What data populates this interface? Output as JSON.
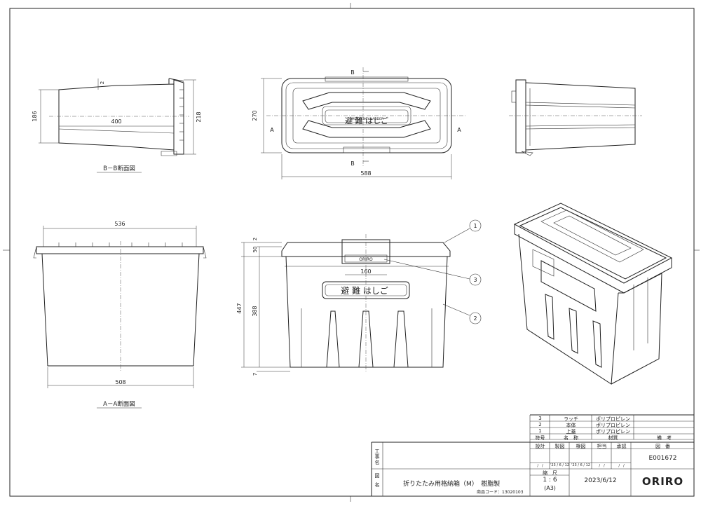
{
  "views": {
    "bb_section_title": "B－B断面図",
    "aa_section_title": "A－A断面図",
    "section_marks": {
      "b": "B",
      "a": "A"
    },
    "lid_label_en": "EMERGENCY LADDER",
    "lid_label_jp": "避 難 はしご",
    "latch_text": "ORIRO"
  },
  "dimensions": {
    "bb_depth": "400",
    "bb_left_height": "186",
    "bb_right_height": "218",
    "bb_taper": "2",
    "top_height": "270",
    "top_width": "588",
    "front_top_width": "536",
    "front_bottom_width": "508",
    "front_total_height": "447",
    "front_body_height": "388",
    "front_lid_height": "50",
    "front_lid_gap": "2",
    "front_bottom_gap": "7",
    "front_latch_width": "160"
  },
  "balloons": [
    "1",
    "2",
    "3"
  ],
  "parts_table": {
    "rows": [
      {
        "no": "3",
        "name": "ラッチ",
        "material": "ポリプロピレン"
      },
      {
        "no": "2",
        "name": "本体",
        "material": "ポリプロピレン"
      },
      {
        "no": "1",
        "name": "上蓋",
        "material": "ポリプロピレン"
      }
    ],
    "header": {
      "no": "符号",
      "name": "名　称",
      "material": "材質",
      "remarks": "備　考"
    }
  },
  "title_block": {
    "roles": [
      "設計",
      "製図",
      "検図",
      "担当",
      "承認"
    ],
    "drawing_no_label": "図　番",
    "drawing_no": "E001672",
    "dates": [
      "/　/",
      "'23 / 6 / 12",
      "'23 / 6 / 12",
      "/　/",
      "/　/"
    ],
    "work_name_label": "工事名",
    "figure_name_label": "図　名",
    "figure_name": "折りたたみ用格納箱（M）　樹脂製",
    "product_code": "商品コード：13020103",
    "scale_label": "縮　尺",
    "scale": "1 : 6",
    "paper": "(A3)",
    "date": "2023/6/12",
    "company": "ORIRO"
  }
}
